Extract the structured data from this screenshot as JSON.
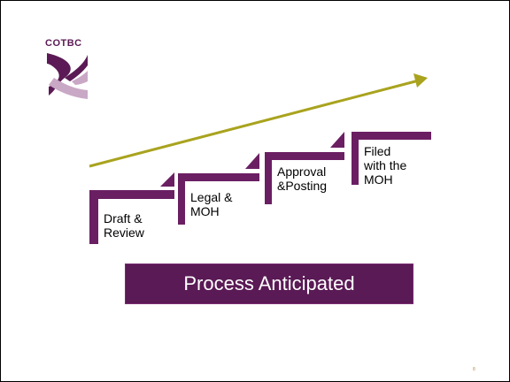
{
  "logo": {
    "text": "COTBC"
  },
  "steps": [
    {
      "label": "Draft &\nReview"
    },
    {
      "label": "Legal &\nMOH"
    },
    {
      "label": "Approval\n&Posting"
    },
    {
      "label": "Filed\nwith the\nMOH"
    }
  ],
  "title": "Process Anticipated",
  "page_number": "8",
  "colors": {
    "purple": "#6b1f63",
    "arrow": "#a9a31e",
    "title_bg": "#5a1a55"
  }
}
